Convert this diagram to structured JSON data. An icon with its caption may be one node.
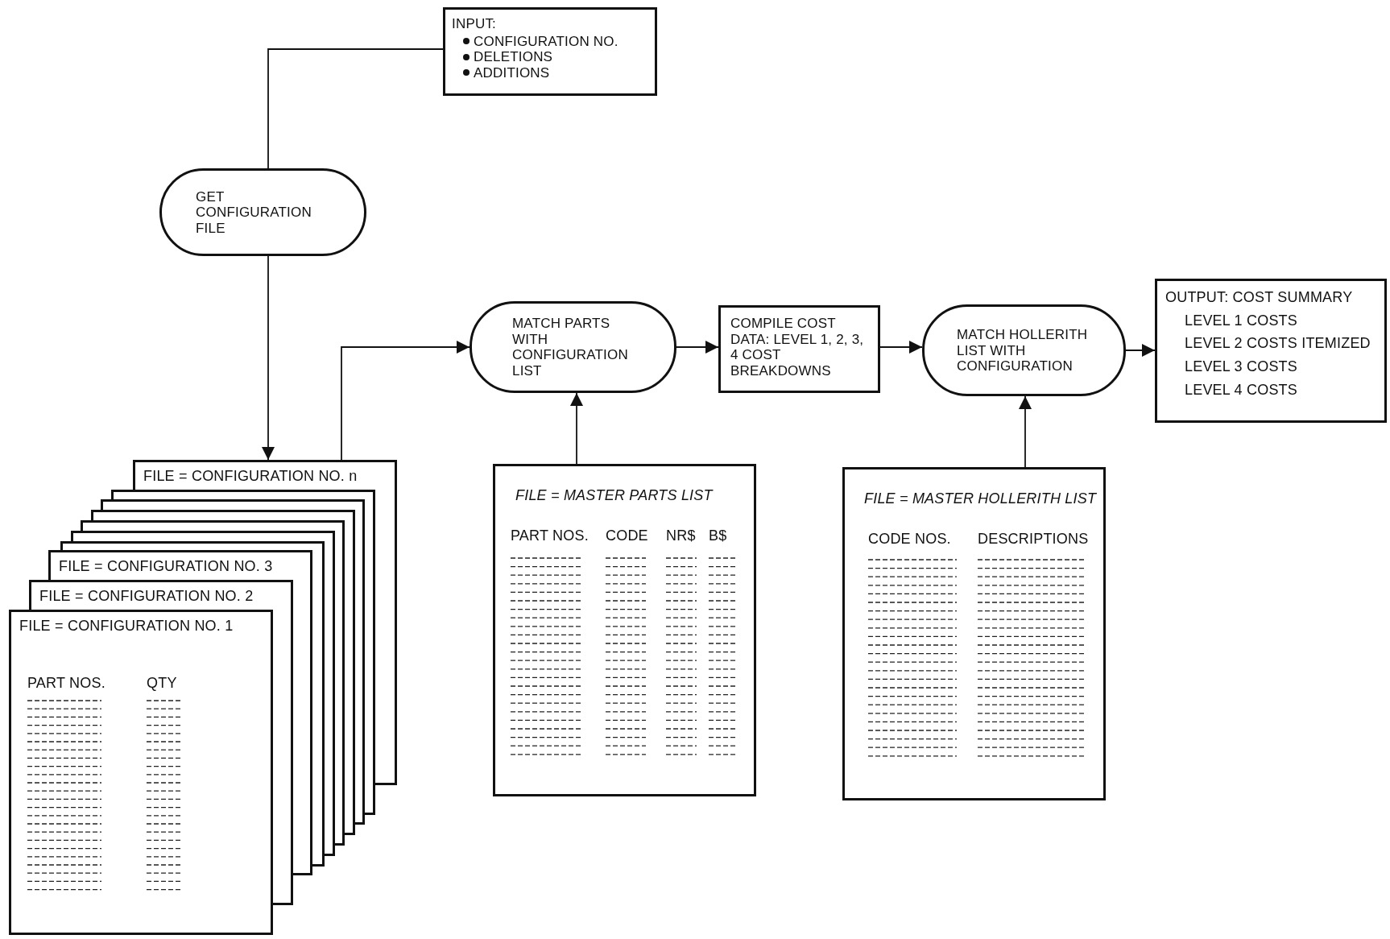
{
  "diagram": {
    "nodes": [
      {
        "text": [
          "INPUT:",
          "CONFIGURATION NO.",
          "DELETIONS",
          "ADDITIONS"
        ]
      },
      {
        "text": [
          "GET CONFIGURATION FILE"
        ]
      },
      {
        "text": [
          "FILE = CONFIGURATION NO. n"
        ]
      },
      {
        "text": [],
        "shape": "box"
      },
      {
        "text": [],
        "shape": "box"
      },
      {
        "text": [],
        "shape": "box"
      },
      {
        "text": [],
        "shape": "box"
      },
      {
        "text": [],
        "shape": "box"
      },
      {
        "text": [],
        "shape": "box"
      },
      {
        "text": [
          "FILE = CONFIGURATION NO. 3"
        ]
      },
      {
        "text": [
          "FILE = CONFIGURATION NO. 2"
        ]
      },
      {
        "text": [
          "FILE = CONFIGURATION NO. 1",
          "PART NOS.",
          "QTY"
        ]
      },
      {
        "text": [
          "MATCH PARTS WITH CONFIGURATION LIST"
        ]
      },
      {
        "text": [
          "COMPILE COST DATA: LEVEL 1, 2, 3, 4 COST BREAKDOWNS"
        ]
      },
      {
        "text": [
          "MATCH HOLLERITH LIST WITH CONFIGURATION"
        ]
      },
      {
        "text": [
          "OUTPUT: COST SUMMARY",
          "LEVEL 1 COSTS",
          "LEVEL 2 COSTS ITEMIZED",
          "LEVEL 3 COSTS",
          "LEVEL 4 COSTS"
        ]
      },
      {
        "text": [
          "FILE = MASTER PARTS LIST",
          "PART NOS.",
          "CODE",
          "NR$",
          "B$"
        ]
      },
      {
        "text": [
          "FILE = MASTER HOLLERITH LIST",
          "CODE NOS.",
          "DESCRIPTIONS"
        ]
      }
    ],
    "edges": [
      {
        "from": 0,
        "to": 1,
        "arrow": "none"
      },
      {
        "from": 1,
        "to": 2,
        "arrow": "to"
      },
      {
        "from": 2,
        "to": 12,
        "arrow": "to"
      },
      {
        "from": 16,
        "to": 12,
        "arrow": "to"
      },
      {
        "from": 12,
        "to": 13,
        "arrow": "to"
      },
      {
        "from": 13,
        "to": 14,
        "arrow": "to"
      },
      {
        "from": 17,
        "to": 14,
        "arrow": "to"
      },
      {
        "from": 14,
        "to": 15,
        "arrow": "to"
      }
    ]
  }
}
